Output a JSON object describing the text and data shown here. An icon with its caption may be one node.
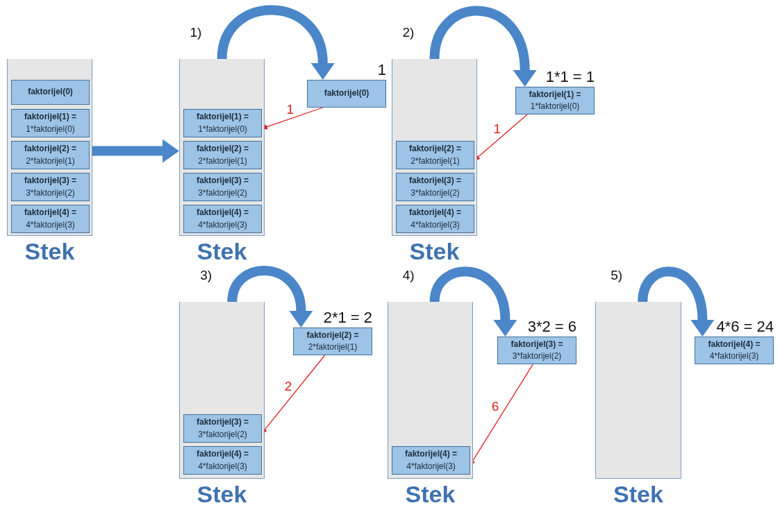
{
  "diagram": {
    "nodes": [
      {
        "text": [
          "Stek"
        ]
      },
      {
        "text": [
          "faktorijel(0)"
        ],
        "in": 0
      },
      {
        "text": [
          "faktorijel(1) =",
          "1*faktorijel(0)"
        ],
        "in": 0
      },
      {
        "text": [
          "faktorijel(2) =",
          "2*faktorijel(1)"
        ],
        "in": 0
      },
      {
        "text": [
          "faktorijel(3) =",
          "3*faktorijel(2)"
        ],
        "in": 0
      },
      {
        "text": [
          "faktorijel(4) =",
          "4*faktorijel(3)"
        ],
        "in": 0
      },
      {
        "text": [
          "Stek"
        ]
      },
      {
        "text": [
          "faktorijel(1) =",
          "1*faktorijel(0)"
        ],
        "in": 6
      },
      {
        "text": [
          "faktorijel(2) =",
          "2*faktorijel(1)"
        ],
        "in": 6
      },
      {
        "text": [
          "faktorijel(3) =",
          "3*faktorijel(2)"
        ],
        "in": 6
      },
      {
        "text": [
          "faktorijel(4) =",
          "4*faktorijel(3)"
        ],
        "in": 6
      },
      {
        "text": [
          "faktorijel(0)"
        ],
        "beside": [
          "1"
        ]
      },
      {
        "text": [
          "Stek"
        ]
      },
      {
        "text": [
          "faktorijel(2) =",
          "2*faktorijel(1)"
        ],
        "in": 12
      },
      {
        "text": [
          "faktorijel(3) =",
          "3*faktorijel(2)"
        ],
        "in": 12
      },
      {
        "text": [
          "faktorijel(4) =",
          "4*faktorijel(3)"
        ],
        "in": 12
      },
      {
        "text": [
          "faktorijel(1) =",
          "1*faktorijel(0)"
        ],
        "beside": [
          "1*1 = 1"
        ]
      },
      {
        "text": [
          "Stek"
        ]
      },
      {
        "text": [
          "faktorijel(3) =",
          "3*faktorijel(2)"
        ],
        "in": 17
      },
      {
        "text": [
          "faktorijel(4) =",
          "4*faktorijel(3)"
        ],
        "in": 17
      },
      {
        "text": [
          "faktorijel(2) =",
          "2*faktorijel(1)"
        ],
        "beside": [
          "2*1 = 2"
        ]
      },
      {
        "text": [
          "Stek"
        ]
      },
      {
        "text": [
          "faktorijel(4) =",
          "4*faktorijel(3)"
        ],
        "in": 21
      },
      {
        "text": [
          "faktorijel(3) =",
          "3*faktorijel(2)"
        ],
        "beside": [
          "3*2 = 6"
        ]
      },
      {
        "text": [
          "Stek"
        ]
      },
      {
        "text": [
          "faktorijel(4) =",
          "4*faktorijel(3)"
        ],
        "beside": [
          "4*6 = 24"
        ]
      }
    ],
    "edges": [
      {
        "from": 0,
        "to": 6,
        "arrow": "to"
      },
      {
        "from": 6,
        "to": 11,
        "arrow": "to",
        "label": "1)"
      },
      {
        "from": 11,
        "to": 7,
        "arrow": "to",
        "label": "1",
        "color": "#e02020"
      },
      {
        "from": 12,
        "to": 16,
        "arrow": "to",
        "label": "2)"
      },
      {
        "from": 16,
        "to": 13,
        "arrow": "to",
        "label": "1",
        "color": "#e02020"
      },
      {
        "from": 17,
        "to": 20,
        "arrow": "to",
        "label": "3)"
      },
      {
        "from": 20,
        "to": 18,
        "arrow": "to",
        "label": "2",
        "color": "#e02020"
      },
      {
        "from": 21,
        "to": 23,
        "arrow": "to",
        "label": "4)"
      },
      {
        "from": 23,
        "to": 22,
        "arrow": "to",
        "label": "6",
        "color": "#e02020"
      },
      {
        "from": 24,
        "to": 25,
        "arrow": "to",
        "label": "5)"
      }
    ]
  }
}
